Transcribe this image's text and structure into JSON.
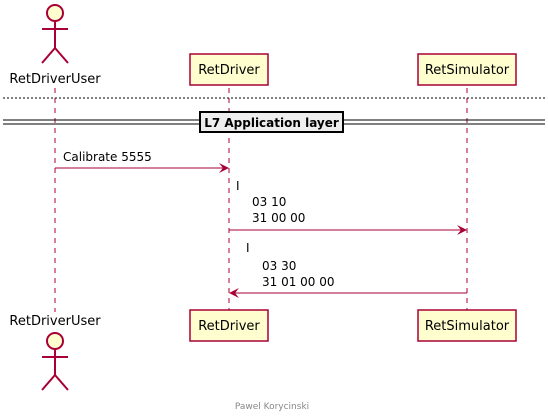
{
  "diagram": {
    "participants": [
      {
        "id": "user",
        "type": "actor",
        "name": "RetDriverUser"
      },
      {
        "id": "driver",
        "type": "participant",
        "name": "RetDriver"
      },
      {
        "id": "sim",
        "type": "participant",
        "name": "RetSimulator"
      }
    ],
    "separator": {
      "label": "L7 Application layer"
    },
    "messages": [
      {
        "from": "user",
        "to": "driver",
        "lines": [
          "Calibrate 5555"
        ]
      },
      {
        "from": "driver",
        "to": "sim",
        "lines": [
          "I",
          "03 10",
          "31 00 00"
        ]
      },
      {
        "from": "sim",
        "to": "driver",
        "lines": [
          "I",
          "03 30",
          "31 01 00 00"
        ]
      }
    ],
    "footer": "Pawel Korycinski",
    "colors": {
      "arrow": "#A80036",
      "box_fill": "#FEFECE",
      "box_border": "#A80036",
      "lifeline": "#A80036"
    }
  }
}
